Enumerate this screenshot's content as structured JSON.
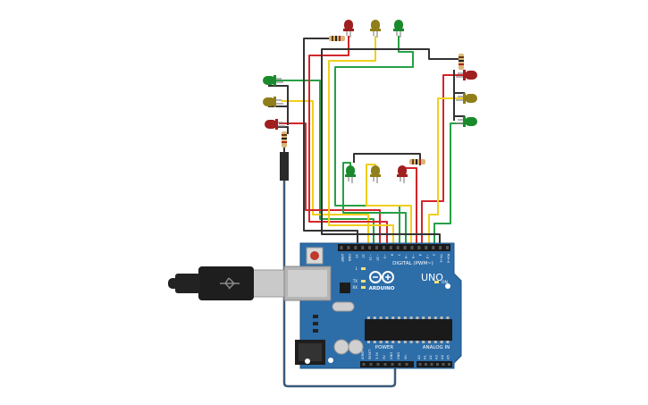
{
  "board": {
    "brand": "ARDUINO",
    "model": "UNO",
    "digital_label": "DIGITAL (PWM~)",
    "power_label": "POWER",
    "analog_label": "ANALOG IN",
    "on_label": "ON",
    "led_labels": [
      "L",
      "TX",
      "RX"
    ],
    "digital_pins": [
      "AREF",
      "GND",
      "13",
      "12",
      "~11",
      "~10",
      "~9",
      "8",
      "7",
      "~6",
      "~5",
      "4",
      "~3",
      "2",
      "TX→1",
      "RX←0"
    ],
    "power_pins": [
      "IOREF",
      "RESET",
      "3.3V",
      "5V",
      "GND",
      "GND",
      "Vin"
    ],
    "analog_pins": [
      "A0",
      "A1",
      "A2",
      "A3",
      "A4",
      "A5"
    ]
  },
  "colors": {
    "board": "#2d6da8",
    "wire_red": "#d3262b",
    "wire_yellow": "#f1cf1c",
    "wire_green": "#27a046",
    "wire_dark": "#333333",
    "usb_cable": "#3b5a7a",
    "led_red": "#a01f1f",
    "led_yellow": "#8f7e19",
    "led_green": "#1b8a2c"
  },
  "traffic_lights": [
    {
      "name": "top",
      "leds": [
        "red",
        "yellow",
        "green"
      ]
    },
    {
      "name": "right",
      "leds": [
        "red",
        "yellow",
        "green"
      ]
    },
    {
      "name": "left",
      "leds": [
        "green",
        "yellow",
        "red"
      ]
    },
    {
      "name": "center",
      "leds": [
        "green",
        "yellow",
        "red"
      ]
    }
  ]
}
